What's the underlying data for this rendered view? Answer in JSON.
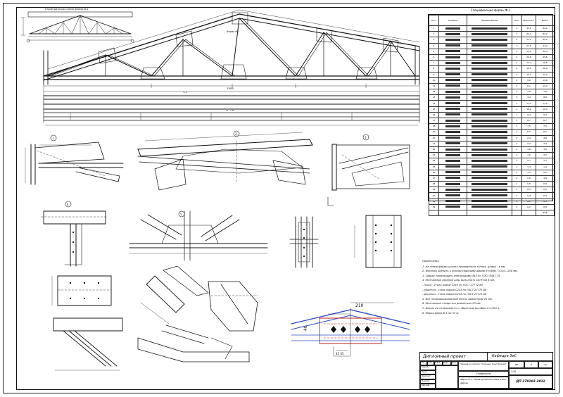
{
  "spec_table": {
    "title": "Спецификация фермы Ф-1",
    "headers": [
      "Поз.",
      "Сечение",
      "Наименование",
      "Кол.",
      "Масса шт.",
      "Всего"
    ],
    "rows": [
      {
        "pos": "1",
        "qty": "2",
        "m1": "44,6",
        "m2": "89,2"
      },
      {
        "pos": "2",
        "qty": "2",
        "m1": "42,1",
        "m2": "84,2"
      },
      {
        "pos": "3",
        "qty": "2",
        "m1": "21,1",
        "m2": "42,2"
      },
      {
        "pos": "4",
        "qty": "2",
        "m1": "21,6",
        "m2": "43,2"
      },
      {
        "pos": "5",
        "qty": "2",
        "m1": "15,2",
        "m2": "30,4"
      },
      {
        "pos": "6",
        "qty": "2",
        "m1": "24,8",
        "m2": "49,6"
      },
      {
        "pos": "7",
        "qty": "2",
        "m1": "13,4",
        "m2": "26,8"
      },
      {
        "pos": "8",
        "qty": "2",
        "m1": "19,0",
        "m2": "38,0"
      },
      {
        "pos": "9",
        "qty": "2",
        "m1": "12,1",
        "m2": "24,2"
      },
      {
        "pos": "10",
        "qty": "2",
        "m1": "9,8",
        "m2": "19,6"
      },
      {
        "pos": "11",
        "qty": "2",
        "m1": "6,1",
        "m2": "12,2"
      },
      {
        "pos": "12",
        "qty": "2",
        "m1": "3,9",
        "m2": "7,8"
      },
      {
        "pos": "13",
        "qty": "2",
        "m1": "4,4",
        "m2": "8,8"
      },
      {
        "pos": "14",
        "qty": "1",
        "m1": "11,5",
        "m2": "11,5"
      },
      {
        "pos": "15",
        "qty": "1",
        "m1": "10,2",
        "m2": "10,2"
      },
      {
        "pos": "16",
        "qty": "1",
        "m1": "9,4",
        "m2": "9,4"
      },
      {
        "pos": "17",
        "qty": "1",
        "m1": "8,7",
        "m2": "8,7"
      },
      {
        "pos": "18",
        "qty": "1",
        "m1": "7,5",
        "m2": "7,5"
      },
      {
        "pos": "19",
        "qty": "1",
        "m1": "6,2",
        "m2": "6,2"
      },
      {
        "pos": "20",
        "qty": "2",
        "m1": "2,4",
        "m2": "4,8"
      },
      {
        "pos": "21",
        "qty": "2",
        "m1": "2,2",
        "m2": "4,4"
      },
      {
        "pos": "22",
        "qty": "2",
        "m1": "1,8",
        "m2": "3,6"
      },
      {
        "pos": "23",
        "qty": "2",
        "m1": "1,5",
        "m2": "3,0"
      },
      {
        "pos": "24",
        "qty": "1",
        "m1": "1,7",
        "m2": "1,7"
      },
      {
        "pos": "25",
        "qty": "1",
        "m1": "1,4",
        "m2": "1,4"
      },
      {
        "pos": "26",
        "qty": "2",
        "m1": "1,1",
        "m2": "2,2"
      },
      {
        "pos": "27",
        "qty": "2",
        "m1": "0,9",
        "m2": "1,8"
      },
      {
        "pos": "28",
        "qty": "1",
        "m1": "0,6",
        "m2": "0,6"
      },
      {
        "pos": "29",
        "qty": "1",
        "m1": "0,5",
        "m2": "0,5"
      },
      {
        "pos": "30",
        "qty": "1",
        "m1": "0,3",
        "m2": "0,3"
      },
      {
        "pos": "31",
        "qty": "2",
        "m1": "0,2",
        "m2": "0,4"
      },
      {
        "pos": "32",
        "qty": "4",
        "m1": "0,2",
        "m2": "0,8"
      },
      {
        "pos": "",
        "qty": "",
        "m1": "",
        "m2": "593"
      }
    ]
  },
  "notes": {
    "heading": "Примечания:",
    "lines": [
      "1.  На схеме фермы усилия приведены в тоннах, длины - в мм.",
      "2.  Фасонки крепить к поясам сварными швами kf=6мм, l=150...250 мм.",
      "3.  Сварку производить электродами Э42 по ГОСТ 9467-75.",
      "4.  Монтажные сварные швы выполнять катетом 6 мм.",
      "   - пояса - сталь марки С245 по ГОСТ 27772-88",
      "   - решетка - сталь марки С245 по ГОСТ 27772-88",
      "   - фасонки - сталь марки С245 по ГОСТ 27772-88",
      "5.  Все незамаркированные болты диаметром 20 мм.",
      "6.  Монтажные отверстия диаметром 23 мм.",
      "7.  Ферма изготавливается с обратным выгибом f=1/500 L.",
      "8.  Марка ферм Ф-1 на 33 м."
    ]
  },
  "title_block": {
    "project_title": "Дипломный проект",
    "department": "Кафедра ЗиС",
    "building": "Здание из легких стальных конструкций",
    "city": "Ставрополь",
    "sheet_title": "Ферма Ф-1. Геометрическая схема. Узлы фермы.",
    "stage": "ДП",
    "sheet": "5",
    "sheets": "12",
    "scale": "1:20",
    "doc_code": "ДП 270102-2012",
    "left_rows": [
      "Разраб.",
      "Руков.",
      "Консульт.",
      "Н.контр.",
      "Зав.каф."
    ],
    "top_cells": [
      "изм.",
      "Лист",
      "№док.",
      "Подп.",
      "Дата"
    ]
  },
  "drawing": {
    "scheme_title": "Геометрическая схема фермы Ф-1",
    "truss_label": "Ферма Ф-1",
    "section_label": "1-1",
    "bottom_label": "Б - 1 М",
    "span_dimension": "33000",
    "node_labels": [
      "1",
      "2",
      "3",
      "4",
      "5"
    ],
    "dim_210": "210",
    "dim_40": "40",
    "dim_45": "45 45"
  }
}
